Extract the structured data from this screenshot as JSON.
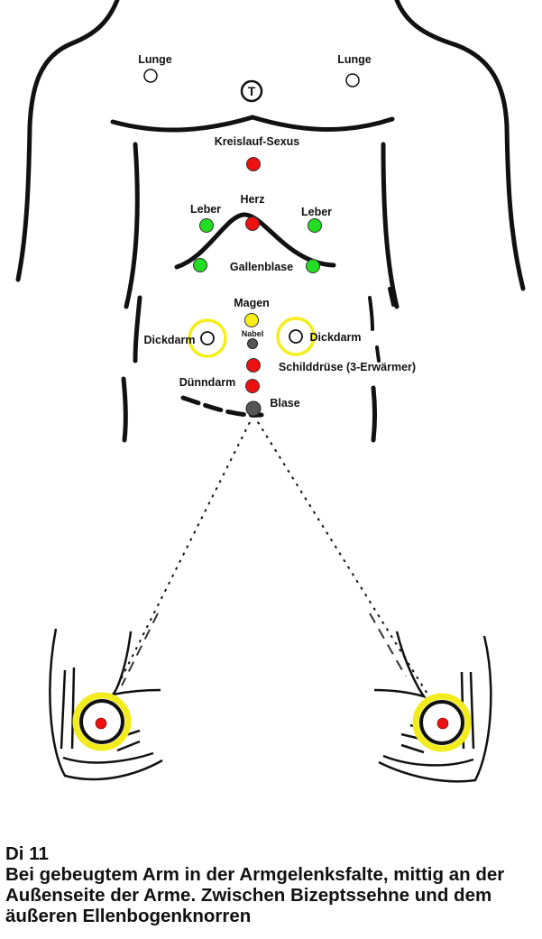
{
  "points": {
    "lunge_left": "Lunge",
    "lunge_right": "Lunge",
    "kreislauf": "Kreislauf-Sexus",
    "herz": "Herz",
    "leber_left": "Leber",
    "leber_right": "Leber",
    "gallenblase": "Gallenblase",
    "magen": "Magen",
    "nabel": "Nabel",
    "dickdarm_left": "Dickdarm",
    "dickdarm_right": "Dickdarm",
    "schilddruese": "Schilddrüse (3-Erwärmer)",
    "duenndarm": "Dünndarm",
    "blase": "Blase"
  },
  "symbol": "T",
  "colors": {
    "red": "#ee1111",
    "green": "#22dd22",
    "yellow": "#f5ee1a",
    "dark": "#555555",
    "ring": "#f3ec1c"
  },
  "caption": {
    "title": "Di 11",
    "line1": "Bei gebeugtem Arm in der Armgelenksfalte, mittig an der",
    "line2": "Außenseite der Arme. Zwischen Bizeptssehne und dem",
    "line3": "äußeren Ellenbogenknorren"
  }
}
